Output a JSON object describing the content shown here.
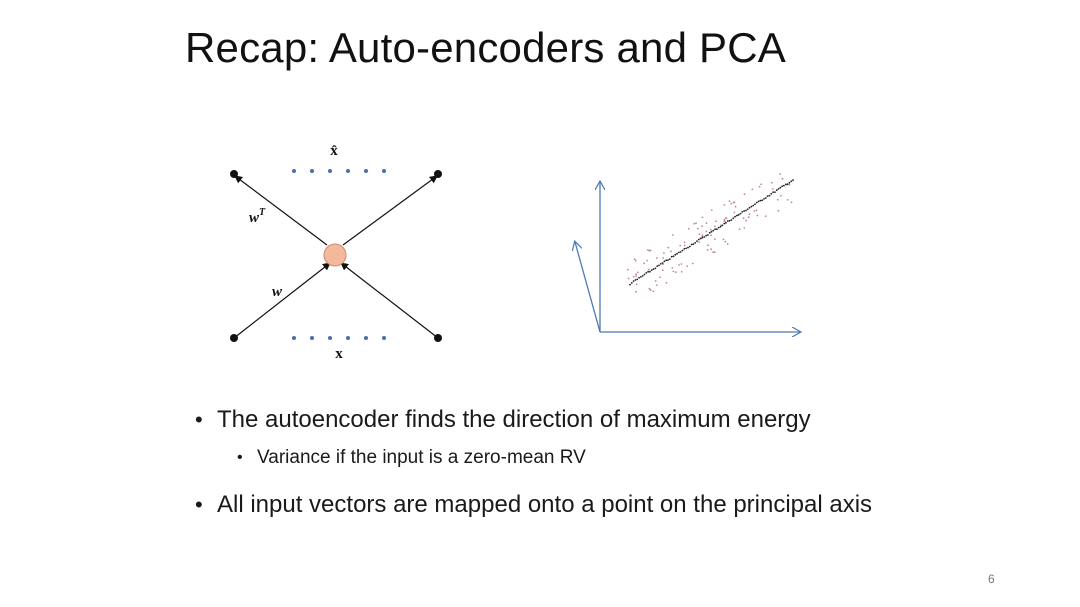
{
  "slide": {
    "title": "Recap: Auto-encoders and PCA",
    "page_number": "6"
  },
  "diagram": {
    "output_label": "x̂",
    "input_label": "x",
    "decoder_weight_label": "w",
    "decoder_weight_superscript": "T",
    "encoder_weight_label": "w",
    "node_color": "#f4b89a",
    "dot_color": "#4a6fa5",
    "line_color": "#111111"
  },
  "pca_plot": {
    "axis_color": "#4a7ab5",
    "point_color": "#c08a94",
    "line_color": "#222222"
  },
  "bullets": [
    {
      "text": "The autoencoder finds the direction of maximum energy",
      "sub": [
        "Variance if the input is a zero-mean RV"
      ]
    },
    {
      "text": "All input vectors are mapped onto a point on the principal axis",
      "sub": []
    }
  ]
}
